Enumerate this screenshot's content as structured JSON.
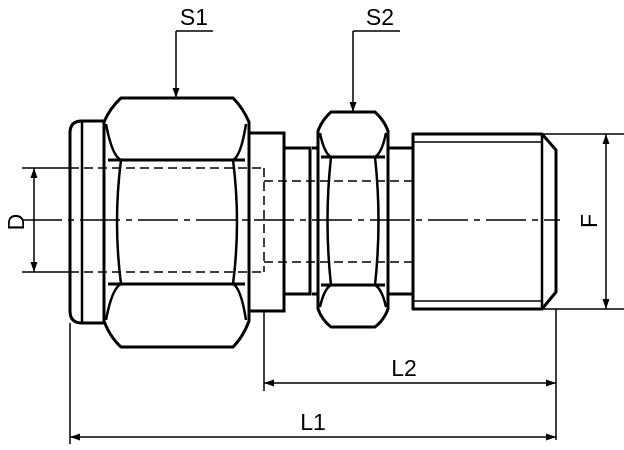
{
  "labels": {
    "s1": "S1",
    "s2": "S2",
    "d": "D",
    "f": "F",
    "l1": "L1",
    "l2": "L2"
  },
  "colors": {
    "line": "#000000",
    "background": "#ffffff"
  }
}
